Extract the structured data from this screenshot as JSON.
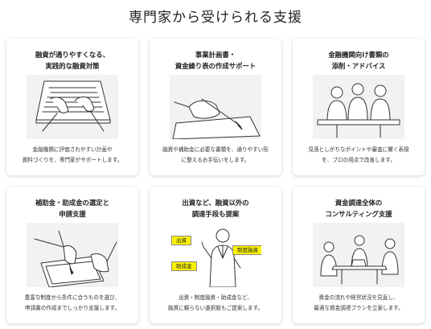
{
  "page": {
    "title": "専門家から受けられる支援"
  },
  "cards": [
    {
      "title_lines": [
        "融資が通りやすくなる、",
        "実践的な融資対策"
      ],
      "desc_lines": [
        "金融機関に評価されやすい計画や",
        "資料づくりを、専門家がサポートします。"
      ],
      "illustration_icon": "laptop-typing-illustration"
    },
    {
      "title_lines": [
        "事業計画書・",
        "資金繰り表の作成サポート"
      ],
      "desc_lines": [
        "融資や補助金に必要な書類を、通りやすい形",
        "に整えるお手伝いをします。"
      ],
      "illustration_icon": "pen-writing-illustration"
    },
    {
      "title_lines": [
        "金融機関向け書類の",
        "添削・アドバイス"
      ],
      "desc_lines": [
        "見落としがちなポイントや審査に響く表現",
        "を、プロの視点で改善します。"
      ],
      "illustration_icon": "business-meeting-illustration"
    },
    {
      "title_lines": [
        "補助金・助成金の選定と",
        "申請支援"
      ],
      "desc_lines": [
        "豊富な制度から条件に合うものを選び、",
        "申請書の作成までしっかり支援します。"
      ],
      "illustration_icon": "tablet-writing-illustration"
    },
    {
      "title_lines": [
        "出資など、融資以外の",
        "調達手段も提案"
      ],
      "desc_lines": [
        "出資・制度融資・助成金など、",
        "融資に頼らない選択肢もご提案します。"
      ],
      "illustration_icon": "presenter-options-illustration",
      "tags": [
        "出資",
        "制度融資",
        "助成金"
      ]
    },
    {
      "title_lines": [
        "資金調達全体の",
        "コンサルティング支援"
      ],
      "desc_lines": [
        "資金の流れや経営状況を見直し、",
        "最適な資金調達プランを立案します。"
      ],
      "illustration_icon": "consulting-team-illustration"
    }
  ]
}
